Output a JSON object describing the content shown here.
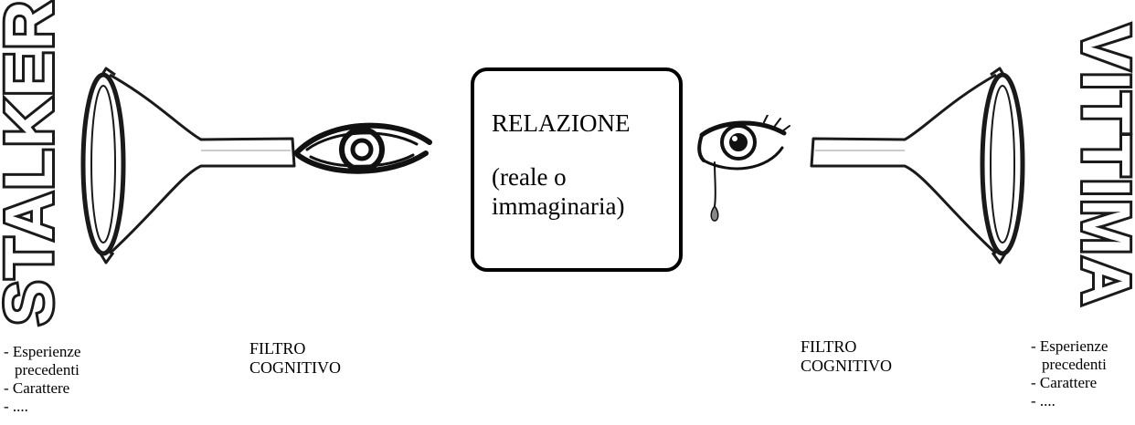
{
  "left": {
    "actor": "STALKER",
    "factors": [
      "- Esperienze",
      "precedenti",
      "- Carattere",
      "- ...."
    ],
    "filter_line1": "FILTRO",
    "filter_line2": "COGNITIVO"
  },
  "right": {
    "actor": "VITTIMA",
    "factors": [
      "- Esperienze",
      "precedenti",
      "- Carattere",
      "- ...."
    ],
    "filter_line1": "FILTRO",
    "filter_line2": "COGNITIVO"
  },
  "center": {
    "title": "RELAZIONE",
    "subtitle_line1": "(reale o",
    "subtitle_line2": "immaginaria)"
  },
  "icons": {
    "left_funnel": "funnel-icon",
    "left_eye": "eye-icon",
    "right_eye": "crying-eye-icon",
    "right_funnel": "funnel-icon"
  }
}
